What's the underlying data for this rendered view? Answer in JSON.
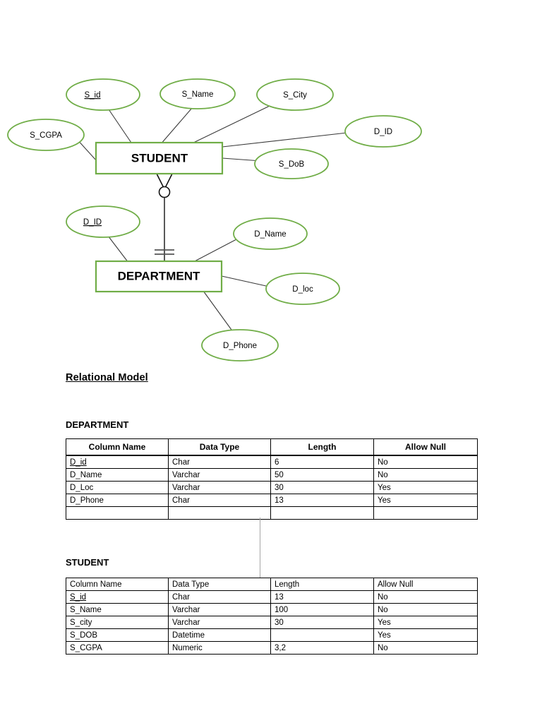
{
  "diagram": {
    "entities": [
      {
        "id": "student",
        "label": "STUDENT"
      },
      {
        "id": "department",
        "label": "DEPARTMENT"
      }
    ],
    "attributes": [
      {
        "id": "s-id",
        "label": "S_id",
        "entity": "student",
        "primary_key": true
      },
      {
        "id": "s-name",
        "label": "S_Name",
        "entity": "student",
        "primary_key": false
      },
      {
        "id": "s-city",
        "label": "S_City",
        "entity": "student",
        "primary_key": false
      },
      {
        "id": "s-cgpa",
        "label": "S_CGPA",
        "entity": "student",
        "primary_key": false
      },
      {
        "id": "s-dob",
        "label": "S_DoB",
        "entity": "student",
        "primary_key": false
      },
      {
        "id": "s-d-id",
        "label": "D_ID",
        "entity": "student",
        "primary_key": false
      },
      {
        "id": "d-id",
        "label": "D_ID",
        "entity": "department",
        "primary_key": true
      },
      {
        "id": "d-name",
        "label": "D_Name",
        "entity": "department",
        "primary_key": false
      },
      {
        "id": "d-loc",
        "label": "D_loc",
        "entity": "department",
        "primary_key": false
      },
      {
        "id": "d-phone",
        "label": "D_Phone",
        "entity": "department",
        "primary_key": false
      }
    ],
    "relationship": {
      "from": "STUDENT",
      "to": "DEPARTMENT",
      "from_cardinality": "zero-or-many",
      "to_cardinality": "exactly-one"
    },
    "colors": {
      "shape_stroke": "#70AD47",
      "connector": "#3a3a3a",
      "text": "#000000"
    }
  },
  "relational": {
    "heading": "Relational Model",
    "tables": [
      {
        "id": "department",
        "title": "DEPARTMENT",
        "headers": [
          "Column Name",
          "Data Type",
          "Length",
          "Allow Null"
        ],
        "rows": [
          {
            "column": "D_id",
            "type": "Char",
            "length": "6",
            "allow_null": "No",
            "primary_key": true
          },
          {
            "column": "D_Name",
            "type": "Varchar",
            "length": "50",
            "allow_null": "No",
            "primary_key": false
          },
          {
            "column": "D_Loc",
            "type": "Varchar",
            "length": "30",
            "allow_null": "Yes",
            "primary_key": false
          },
          {
            "column": "D_Phone",
            "type": "Char",
            "length": "13",
            "allow_null": "Yes",
            "primary_key": false
          }
        ],
        "has_trailing_blank_row": true
      },
      {
        "id": "student",
        "title": "STUDENT",
        "headers": [
          "Column Name",
          "Data Type",
          "Length",
          "Allow Null"
        ],
        "rows": [
          {
            "column": "S_id",
            "type": "Char",
            "length": "13",
            "allow_null": "No",
            "primary_key": true
          },
          {
            "column": "S_Name",
            "type": "Varchar",
            "length": "100",
            "allow_null": "No",
            "primary_key": false
          },
          {
            "column": "S_city",
            "type": "Varchar",
            "length": "30",
            "allow_null": "Yes",
            "primary_key": false
          },
          {
            "column": "S_DOB",
            "type": "Datetime",
            "length": "",
            "allow_null": "Yes",
            "primary_key": false
          },
          {
            "column": "S_CGPA",
            "type": "Numeric",
            "length": "3,2",
            "allow_null": "No",
            "primary_key": false
          }
        ],
        "has_trailing_blank_row": false
      }
    ]
  }
}
